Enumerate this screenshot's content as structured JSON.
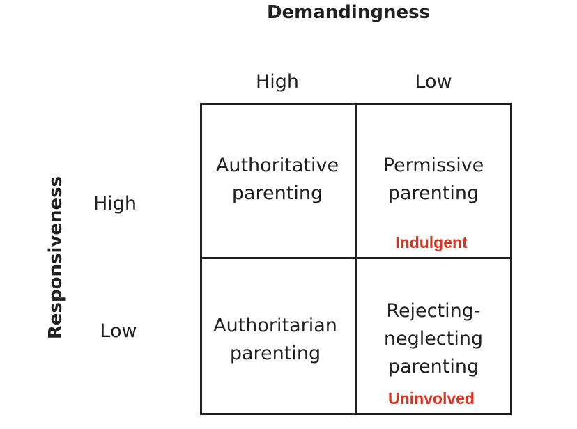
{
  "axes": {
    "column_title": "Demandingness",
    "row_title": "Responsiveness",
    "columns": [
      "High",
      "Low"
    ],
    "rows": [
      "High",
      "Low"
    ]
  },
  "cells": {
    "high_high": {
      "lines": [
        "Authoritative",
        "parenting"
      ],
      "tag": ""
    },
    "high_low": {
      "lines": [
        "Permissive",
        "parenting"
      ],
      "tag": "Indulgent"
    },
    "low_high": {
      "lines": [
        "Authoritarian",
        "parenting"
      ],
      "tag": ""
    },
    "low_low": {
      "lines": [
        "Rejecting-",
        "neglecting",
        "parenting"
      ],
      "tag": "Uninvolved"
    }
  },
  "colors": {
    "text": "#231f20",
    "line": "#231f20",
    "tag": "#e0301e"
  }
}
